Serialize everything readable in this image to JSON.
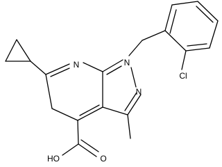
{
  "molecule": {
    "atom_labels": {
      "n_pyridine": "N",
      "n1": "N",
      "n2": "N",
      "chlorine": "Cl",
      "hydroxyl": "HO",
      "carbonyl_oxygen": "O"
    }
  },
  "colors": {
    "bond": "#000000",
    "label": "#000000",
    "background": "#ffffff"
  }
}
